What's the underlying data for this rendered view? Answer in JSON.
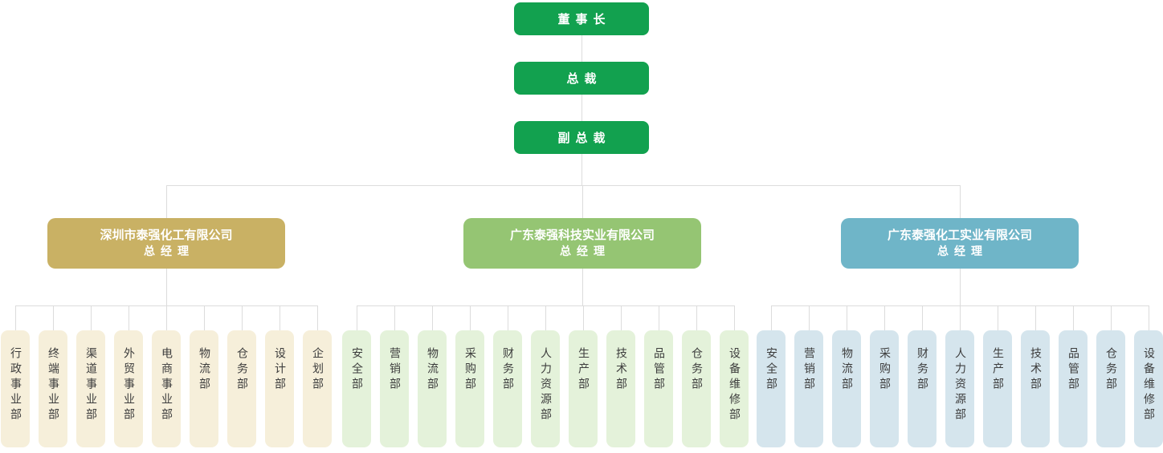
{
  "chart_title": "organization-chart",
  "executives": [
    "董事长",
    "总裁",
    "副总裁"
  ],
  "colors": {
    "executive": "#12A14F",
    "line": "#DCDCDC",
    "dept_text": "#3D3D3D",
    "node_text": "#FFFFFF"
  },
  "branches": [
    {
      "company": "深圳市泰强化工有限公司",
      "role": "总经理",
      "color": "#C9B164",
      "dept_color": "#F6EFDA",
      "departments": [
        "行政事业部",
        "终端事业部",
        "渠道事业部",
        "外贸事业部",
        "电商事业部",
        "物流部",
        "仓务部",
        "设计部",
        "企划部"
      ]
    },
    {
      "company": "广东泰强科技实业有限公司",
      "role": "总经理",
      "color": "#95C573",
      "dept_color": "#E4F2DA",
      "departments": [
        "安全部",
        "营销部",
        "物流部",
        "采购部",
        "财务部",
        "人力资源部",
        "生产部",
        "技术部",
        "品管部",
        "仓务部",
        "设备维修部"
      ]
    },
    {
      "company": "广东泰强化工实业有限公司",
      "role": "总经理",
      "color": "#6FB5C8",
      "dept_color": "#D5E5ED",
      "departments": [
        "安全部",
        "营销部",
        "物流部",
        "采购部",
        "财务部",
        "人力资源部",
        "生产部",
        "技术部",
        "品管部",
        "仓务部",
        "设备维修部"
      ]
    }
  ]
}
